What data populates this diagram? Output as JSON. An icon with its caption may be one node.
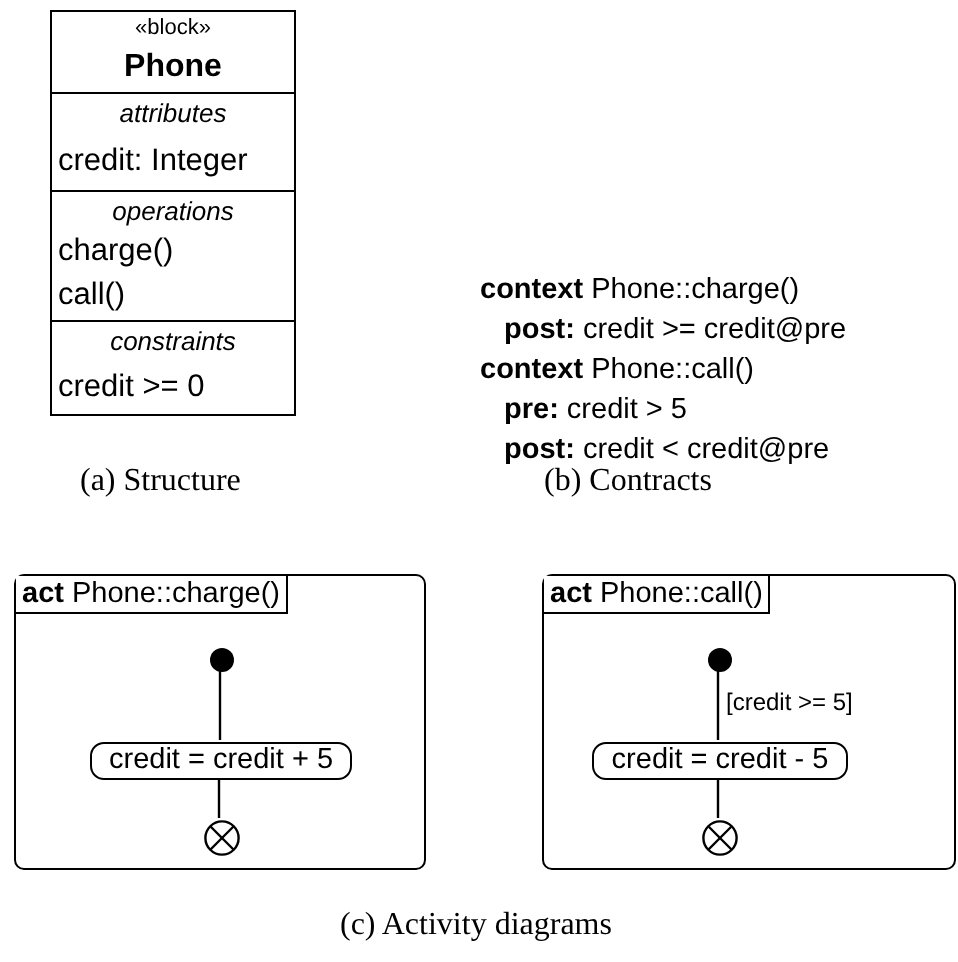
{
  "diagram": {
    "nodes": [
      {
        "text": [
          "«block»",
          "Phone",
          "attributes",
          "credit: Integer",
          "operations",
          "charge()",
          "call()",
          "constraints",
          "credit >= 0"
        ]
      },
      {
        "text": [
          "**act** Phone::charge()"
        ]
      },
      {
        "text": [],
        "shape": "dot",
        "in": 1
      },
      {
        "text": [
          "credit = credit + 5"
        ],
        "in": 1
      },
      {
        "text": [],
        "shape": "circle",
        "in": 1
      },
      {
        "text": [
          "**act** Phone::call()"
        ]
      },
      {
        "text": [],
        "shape": "dot",
        "in": 5
      },
      {
        "text": [
          "credit = credit - 5"
        ],
        "in": 5
      },
      {
        "text": [],
        "shape": "circle",
        "in": 5
      }
    ],
    "edges": [
      {
        "from": 2,
        "to": 3,
        "arrow": "none"
      },
      {
        "from": 3,
        "to": 4,
        "arrow": "none"
      },
      {
        "from": 6,
        "to": 7,
        "arrow": "none",
        "label": "[credit >= 5]"
      },
      {
        "from": 7,
        "to": 8,
        "arrow": "none"
      }
    ],
    "labels": [
      "(a) Structure",
      "**context** Phone::charge()",
      "**post:** credit >= credit@pre",
      "**context** Phone::call()",
      "**pre:** credit > 5",
      "**post:** credit < credit@pre",
      "(b) Contracts",
      "(c) Activity diagrams"
    ]
  }
}
